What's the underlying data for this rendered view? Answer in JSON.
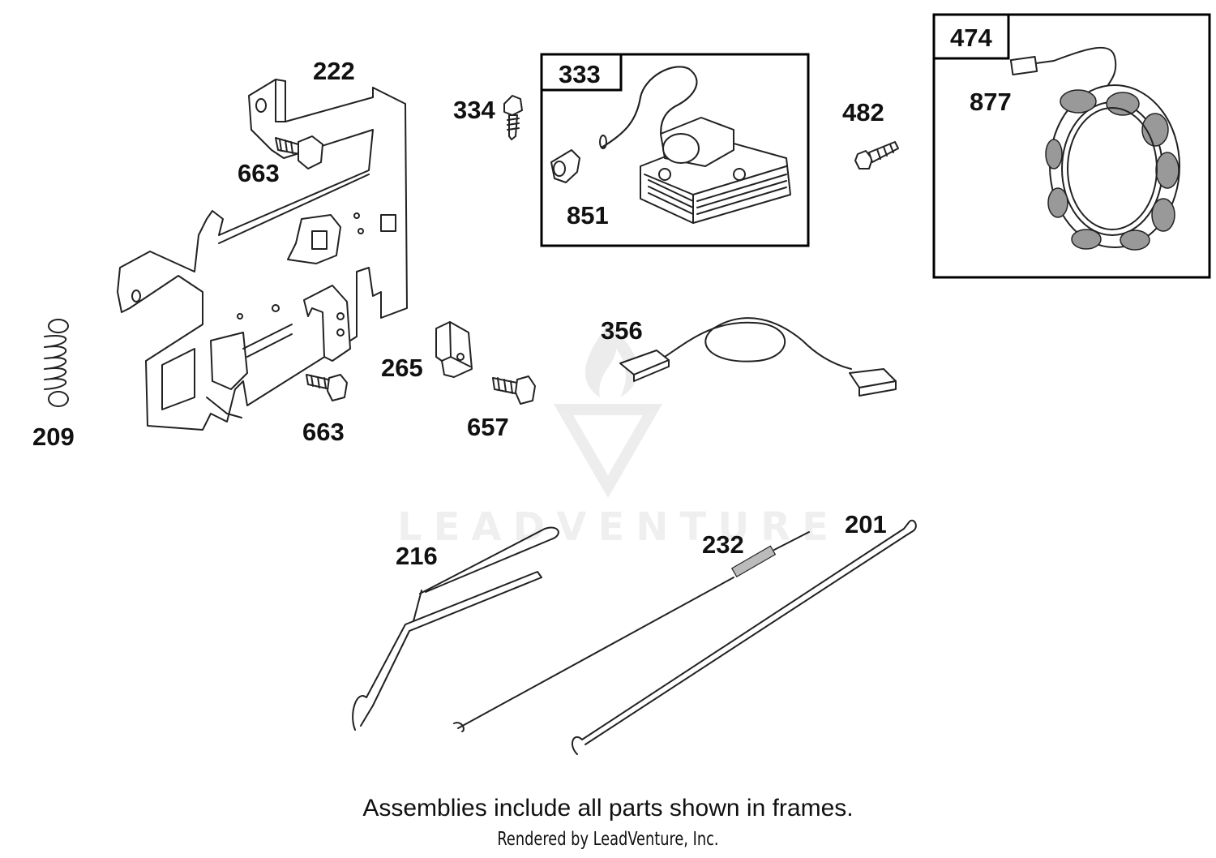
{
  "parts": [
    {
      "ref": "222"
    },
    {
      "ref": "663"
    },
    {
      "ref": "334"
    },
    {
      "ref": "333"
    },
    {
      "ref": "851"
    },
    {
      "ref": "482"
    },
    {
      "ref": "474"
    },
    {
      "ref": "877"
    },
    {
      "ref": "209"
    },
    {
      "ref": "663"
    },
    {
      "ref": "265"
    },
    {
      "ref": "657"
    },
    {
      "ref": "356"
    },
    {
      "ref": "216"
    },
    {
      "ref": "232"
    },
    {
      "ref": "201"
    }
  ],
  "caption": "Assemblies include all parts shown in frames.",
  "credit": "Rendered by LeadVenture, Inc.",
  "watermark": "LEADVENTURE"
}
